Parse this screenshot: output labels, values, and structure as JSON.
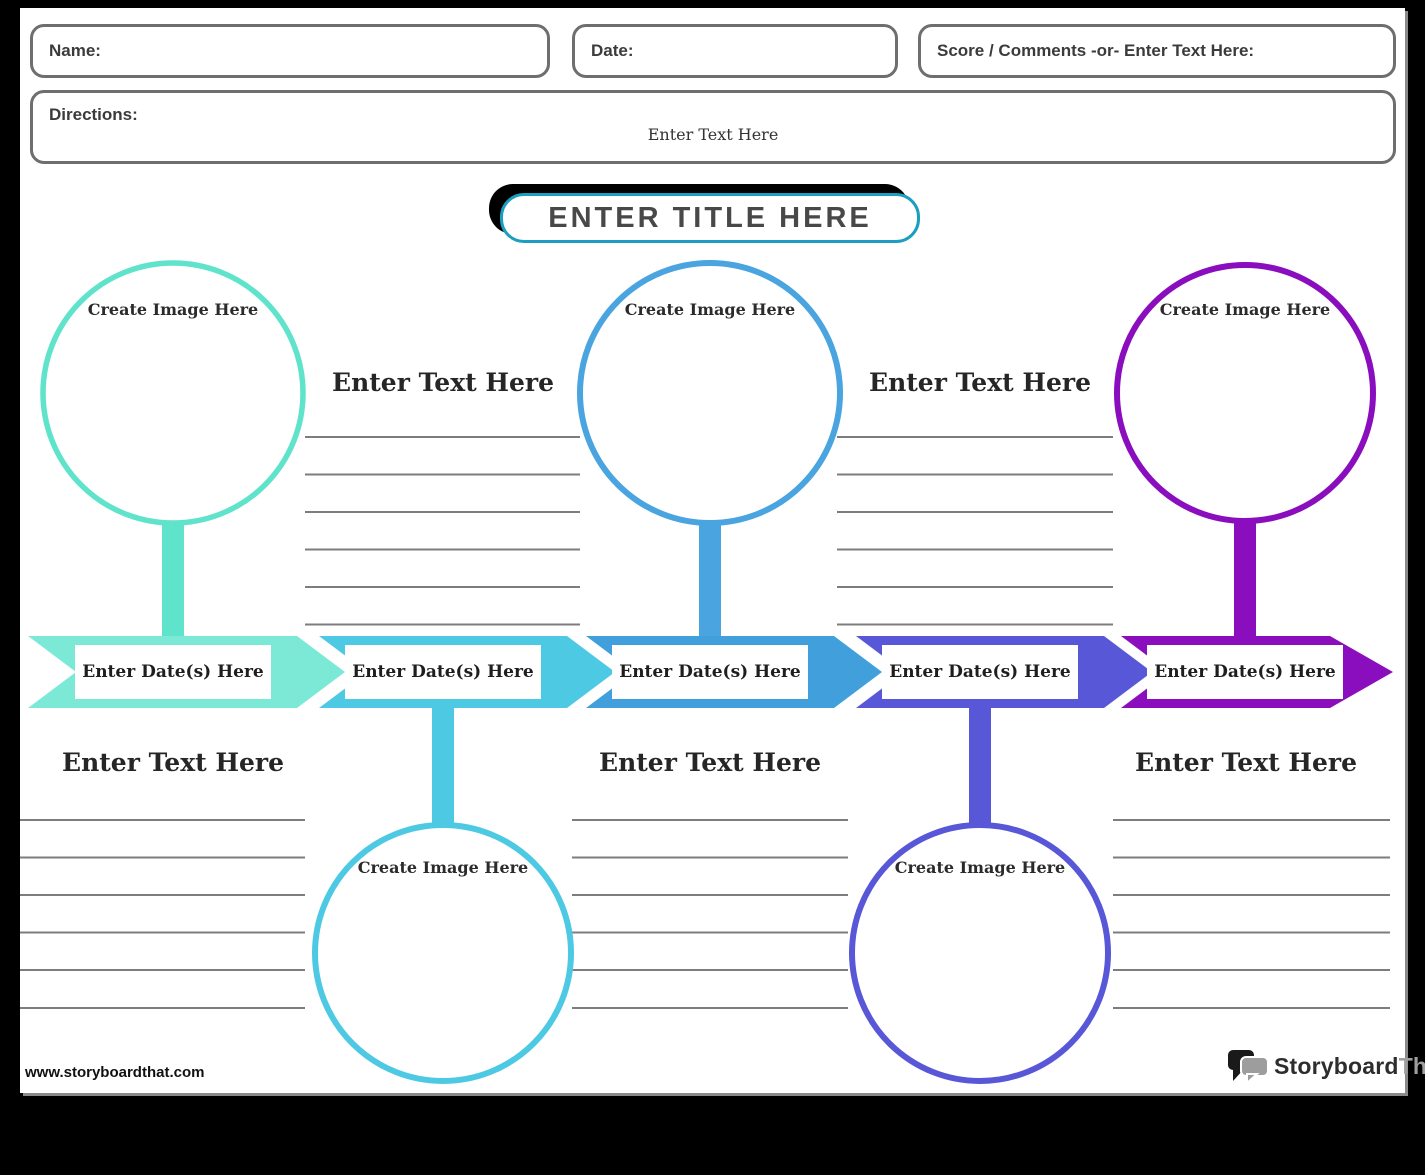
{
  "header": {
    "name_label": "Name:",
    "date_label": "Date:",
    "score_label": "Score / Comments -or- Enter Text Here:",
    "directions_label": "Directions:",
    "directions_text": "Enter Text Here"
  },
  "title": {
    "text": "ENTER TITLE HERE",
    "border_color": "#1B9EC0",
    "shadow_color": "#000000"
  },
  "timeline": {
    "events": [
      {
        "index": 1,
        "circle_position": "above",
        "date_label": "Enter Date(s) Here",
        "image_label": "Create Image Here",
        "text_label": "Enter Text Here",
        "arrow_color": "#7CE9D7",
        "accent_color": "#5FE3CA"
      },
      {
        "index": 2,
        "circle_position": "below",
        "date_label": "Enter Date(s) Here",
        "image_label": "Create Image Here",
        "text_label": "Enter Text Here",
        "arrow_color": "#4EC9E4",
        "accent_color": "#4EC9E4"
      },
      {
        "index": 3,
        "circle_position": "above",
        "date_label": "Enter Date(s) Here",
        "image_label": "Create Image Here",
        "text_label": "Enter Text Here",
        "arrow_color": "#419FDC",
        "accent_color": "#4AA4DF"
      },
      {
        "index": 4,
        "circle_position": "below",
        "date_label": "Enter Date(s) Here",
        "image_label": "Create Image Here",
        "text_label": "Enter Text Here",
        "arrow_color": "#5757D8",
        "accent_color": "#5757D8"
      },
      {
        "index": 5,
        "circle_position": "above",
        "date_label": "Enter Date(s) Here",
        "image_label": "Create Image Here",
        "text_label": "Enter Text Here",
        "arrow_color": "#8A0DBE",
        "accent_color": "#8A0DBE"
      }
    ]
  },
  "colors": {
    "writing_line": "#7d7d7d",
    "field_border": "#6e6e6e",
    "paper": "#ffffff",
    "background": "#000000"
  },
  "footer": {
    "website": "www.storyboardthat.com",
    "logo_primary": "Storyboard",
    "logo_secondary": "That"
  }
}
